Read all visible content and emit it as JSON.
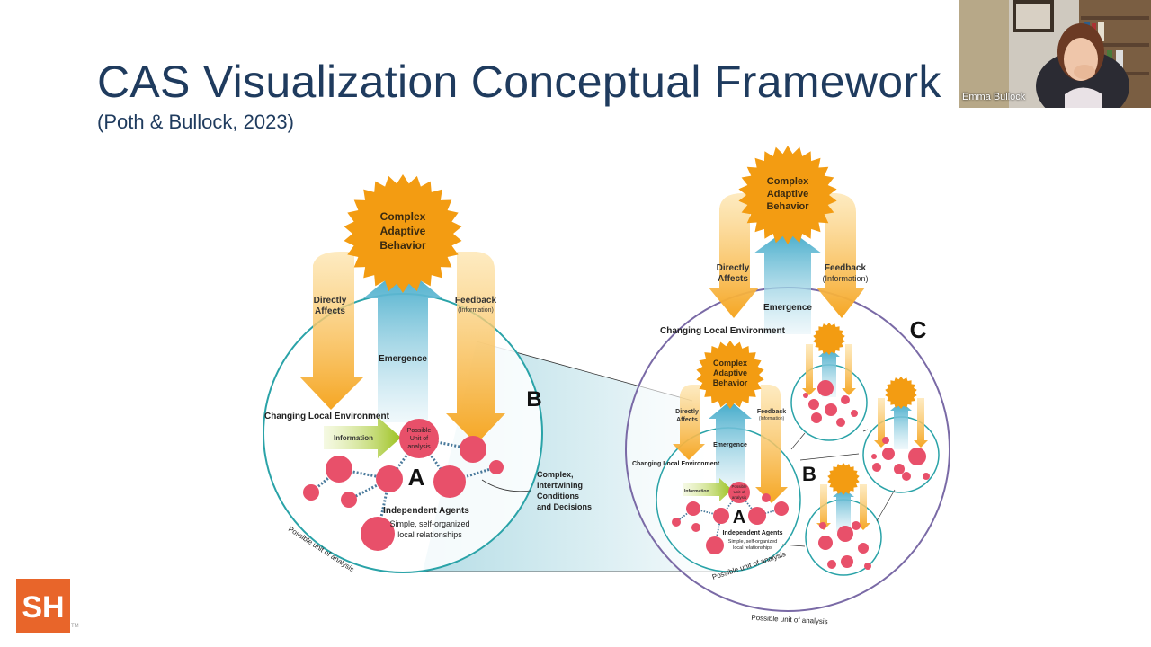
{
  "slide": {
    "title": "CAS Visualization Conceptual Framework",
    "subtitle": "(Poth & Bullock, 2023)"
  },
  "video": {
    "participant_name": "Emma Bullock"
  },
  "logo": {
    "text": "SH",
    "trademark": "TM",
    "color": "#e8652a"
  },
  "diagram": {
    "colors": {
      "sun": "#f39c12",
      "arrow_orange": "#f5a623",
      "emergence": "#4fb3cf",
      "agent": "#e8506a",
      "circle": "#2aa3a8",
      "outer_circle": "#7a6aa6"
    },
    "left": {
      "sun_label": [
        "Complex",
        "Adaptive",
        "Behavior"
      ],
      "directly_affects": [
        "Directly",
        "Affects"
      ],
      "feedback": [
        "Feedback",
        "(Information)"
      ],
      "emergence": "Emergence",
      "changing_env": "Changing Local Environment",
      "information": "Information",
      "unit": [
        "Possible",
        "Unit of",
        "analysis"
      ],
      "letter_a": "A",
      "independent_agents": "Independent Agents",
      "relationships": [
        "Simple, self-organized",
        "local relationships"
      ],
      "letter_b": "B",
      "complex_conditions": [
        "Complex,",
        "Intertwining",
        "Conditions",
        "and Decisions"
      ],
      "possible_unit_curve": "Possible unit of analysis"
    },
    "right": {
      "sun_label": [
        "Complex",
        "Adaptive",
        "Behavior"
      ],
      "directly_affects": [
        "Directly",
        "Affects"
      ],
      "feedback": [
        "Feedback",
        "(Information)"
      ],
      "emergence": "Emergence",
      "changing_env": "Changing Local Environment",
      "letter_c": "C",
      "letter_b": "B",
      "inner": {
        "sun_label": [
          "Complex",
          "Adaptive",
          "Behavior"
        ],
        "directly_affects": [
          "Directly",
          "Affects"
        ],
        "feedback": [
          "Feedback",
          "(Information)"
        ],
        "emergence": "Emergence",
        "changing_env": "Changing Local Environment",
        "information": "Information",
        "unit": [
          "Possible",
          "Unit of",
          "analysis"
        ],
        "letter_a": "A",
        "independent_agents": "Independent Agents",
        "relationships": [
          "Simple, self-organized",
          "local relationships"
        ],
        "possible_unit_curve": "Possible unit of analysis"
      },
      "outer_possible_unit": "Possible unit of analysis"
    }
  }
}
